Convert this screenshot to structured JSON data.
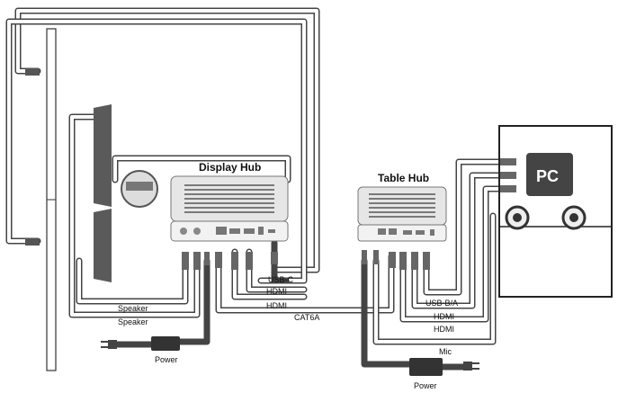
{
  "display_hub": {
    "title": "Display Hub"
  },
  "table_hub": {
    "title": "Table Hub"
  },
  "pc": {
    "label": "PC"
  },
  "cables": {
    "usb_c": "USB-C",
    "hdmi_display_1": "HDMI",
    "hdmi_display_2": "HDMI",
    "speaker_1": "Speaker",
    "speaker_2": "Speaker",
    "cat6a": "CAT6A",
    "power_display": "Power",
    "usb_ba": "USB-B/A",
    "hdmi_table_1": "HDMI",
    "hdmi_table_2": "HDMI",
    "mic": "Mic",
    "power_table": "Power"
  },
  "icons": [
    "display-hub-icon",
    "table-hub-icon",
    "speaker-icon",
    "power-adapter-icon",
    "pc-icon",
    "monitor-icon",
    "plug-icon"
  ]
}
